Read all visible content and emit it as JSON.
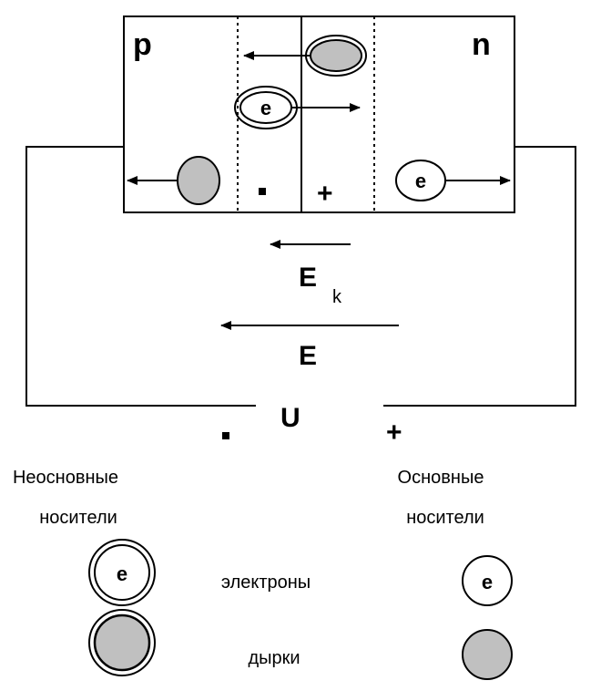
{
  "labels": {
    "p_region": "p",
    "n_region": "n",
    "depletion_minus": "-",
    "depletion_plus": "+",
    "field_internal": "E",
    "field_internal_subscript": "k",
    "field_external": "E",
    "voltage": "U",
    "terminal_minus": "-",
    "terminal_plus": "+"
  },
  "particles": {
    "electron_symbol": "e"
  },
  "legend": {
    "minority_line1": "Неосновные",
    "minority_line2": "носители",
    "majority_line1": "Основные",
    "majority_line2": "носители",
    "electrons_label": "электроны",
    "holes_label": "дырки"
  },
  "colors": {
    "hole_fill": "#c0c0c0",
    "stroke": "#000000",
    "background": "#ffffff"
  }
}
